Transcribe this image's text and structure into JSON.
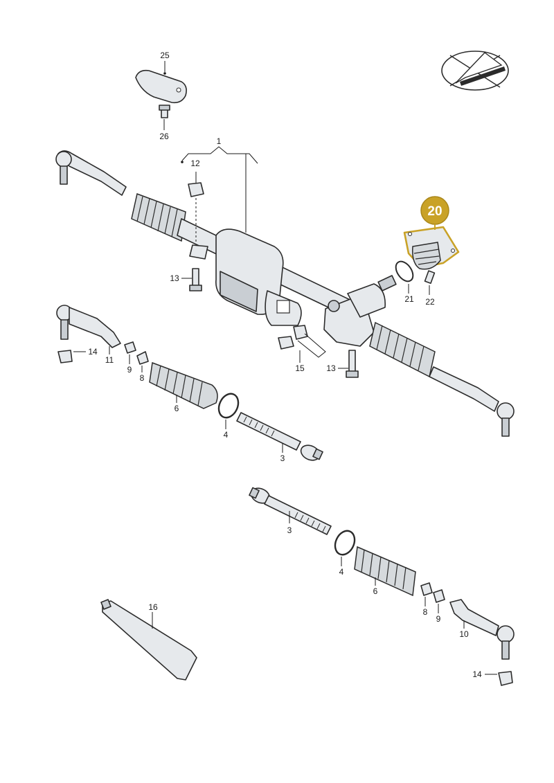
{
  "labels": {
    "l25": "25",
    "l26": "26",
    "l1": "1",
    "l12": "12",
    "l13a": "13",
    "l20": "20",
    "l21": "21",
    "l22": "22",
    "l14a": "14",
    "l11": "11",
    "l9a": "9",
    "l8a": "8",
    "l6a": "6",
    "l15": "15",
    "l13b": "13",
    "l4a": "4",
    "l3a": "3",
    "l3b": "3",
    "l4b": "4",
    "l6b": "6",
    "l8b": "8",
    "l9b": "9",
    "l10": "10",
    "l16": "16",
    "l14b": "14"
  },
  "colors": {
    "highlight": "#c9a227",
    "part_fill": "#e6e9ec",
    "line": "#2b2b2b"
  },
  "icons": {
    "orientation": "airplane-orientation-icon"
  }
}
